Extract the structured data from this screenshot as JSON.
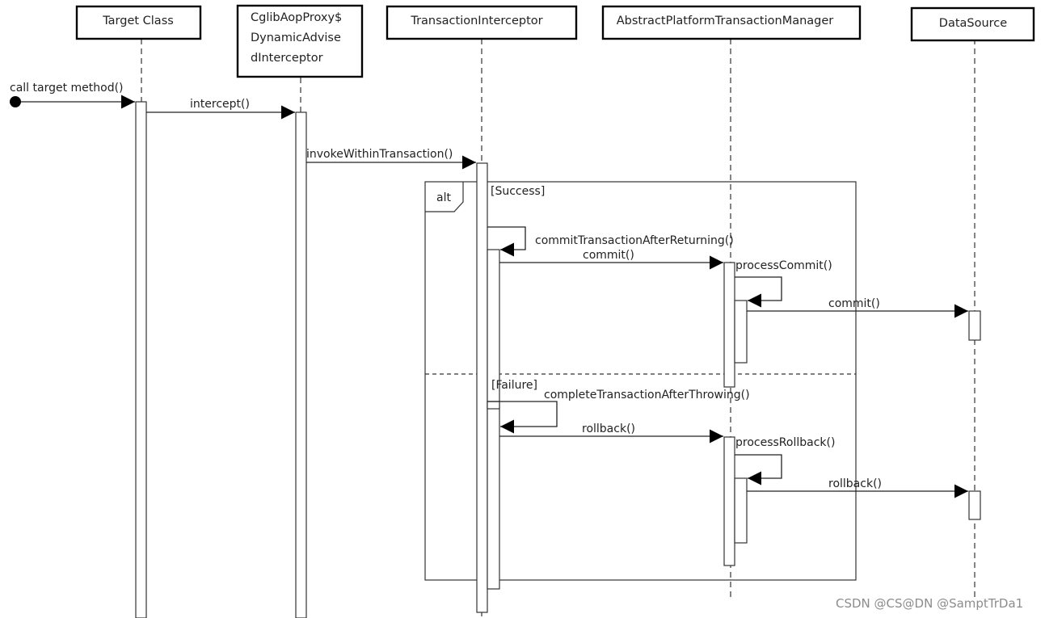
{
  "participants": [
    {
      "lines": [
        "Target Class"
      ]
    },
    {
      "lines": [
        "CglibAopProxy$",
        "DynamicAdvise",
        "dInterceptor"
      ]
    },
    {
      "lines": [
        "TransactionInterceptor"
      ]
    },
    {
      "lines": [
        "AbstractPlatformTransactionManager"
      ]
    },
    {
      "lines": [
        "DataSource"
      ]
    }
  ],
  "messages": {
    "call_target": "call target method()",
    "intercept": "intercept()",
    "invoke": "invokeWithinTransaction()",
    "commit_after_returning": "commitTransactionAfterReturning()",
    "commit_tm": "commit()",
    "process_commit": "processCommit()",
    "commit_ds": "commit()",
    "complete_after_throwing": "completeTransactionAfterThrowing()",
    "rollback_tm": "rollback()",
    "process_rollback": "processRollback()",
    "rollback_ds": "rollback()"
  },
  "fragment": {
    "operator": "alt",
    "guard_success": "[Success]",
    "guard_failure": "[Failure]"
  },
  "watermark": "CSDN @CS@DN @SamptTrDa1"
}
